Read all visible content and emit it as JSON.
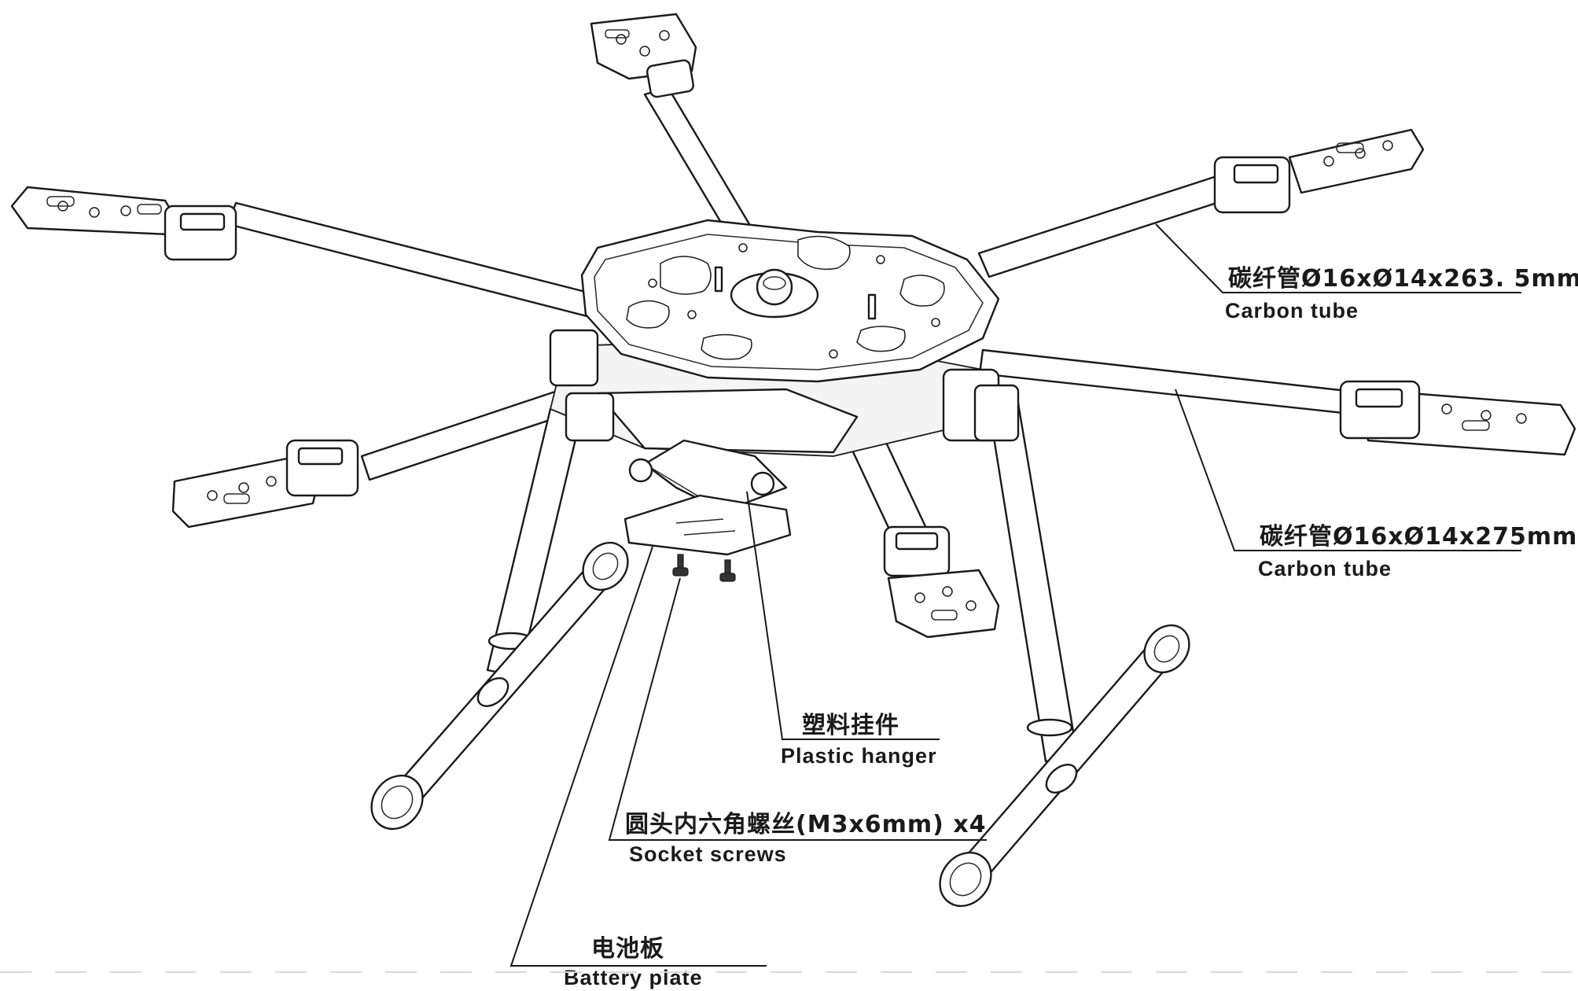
{
  "callouts": [
    {
      "id": "carbon-tube-short",
      "cn": "碳纤管Ø16xØ14x263. 5mm",
      "en": "Carbon tube"
    },
    {
      "id": "carbon-tube-long",
      "cn": "碳纤管Ø16xØ14x275mm",
      "en": "Carbon tube"
    },
    {
      "id": "plastic-hanger",
      "cn": "塑料挂件",
      "en": "Plastic hanger"
    },
    {
      "id": "socket-screws",
      "cn": "圆头内六角螺丝(M3x6mm) x4",
      "en": "Socket screws"
    },
    {
      "id": "battery-plate",
      "cn": "电池板",
      "en": "Battery plate"
    }
  ]
}
